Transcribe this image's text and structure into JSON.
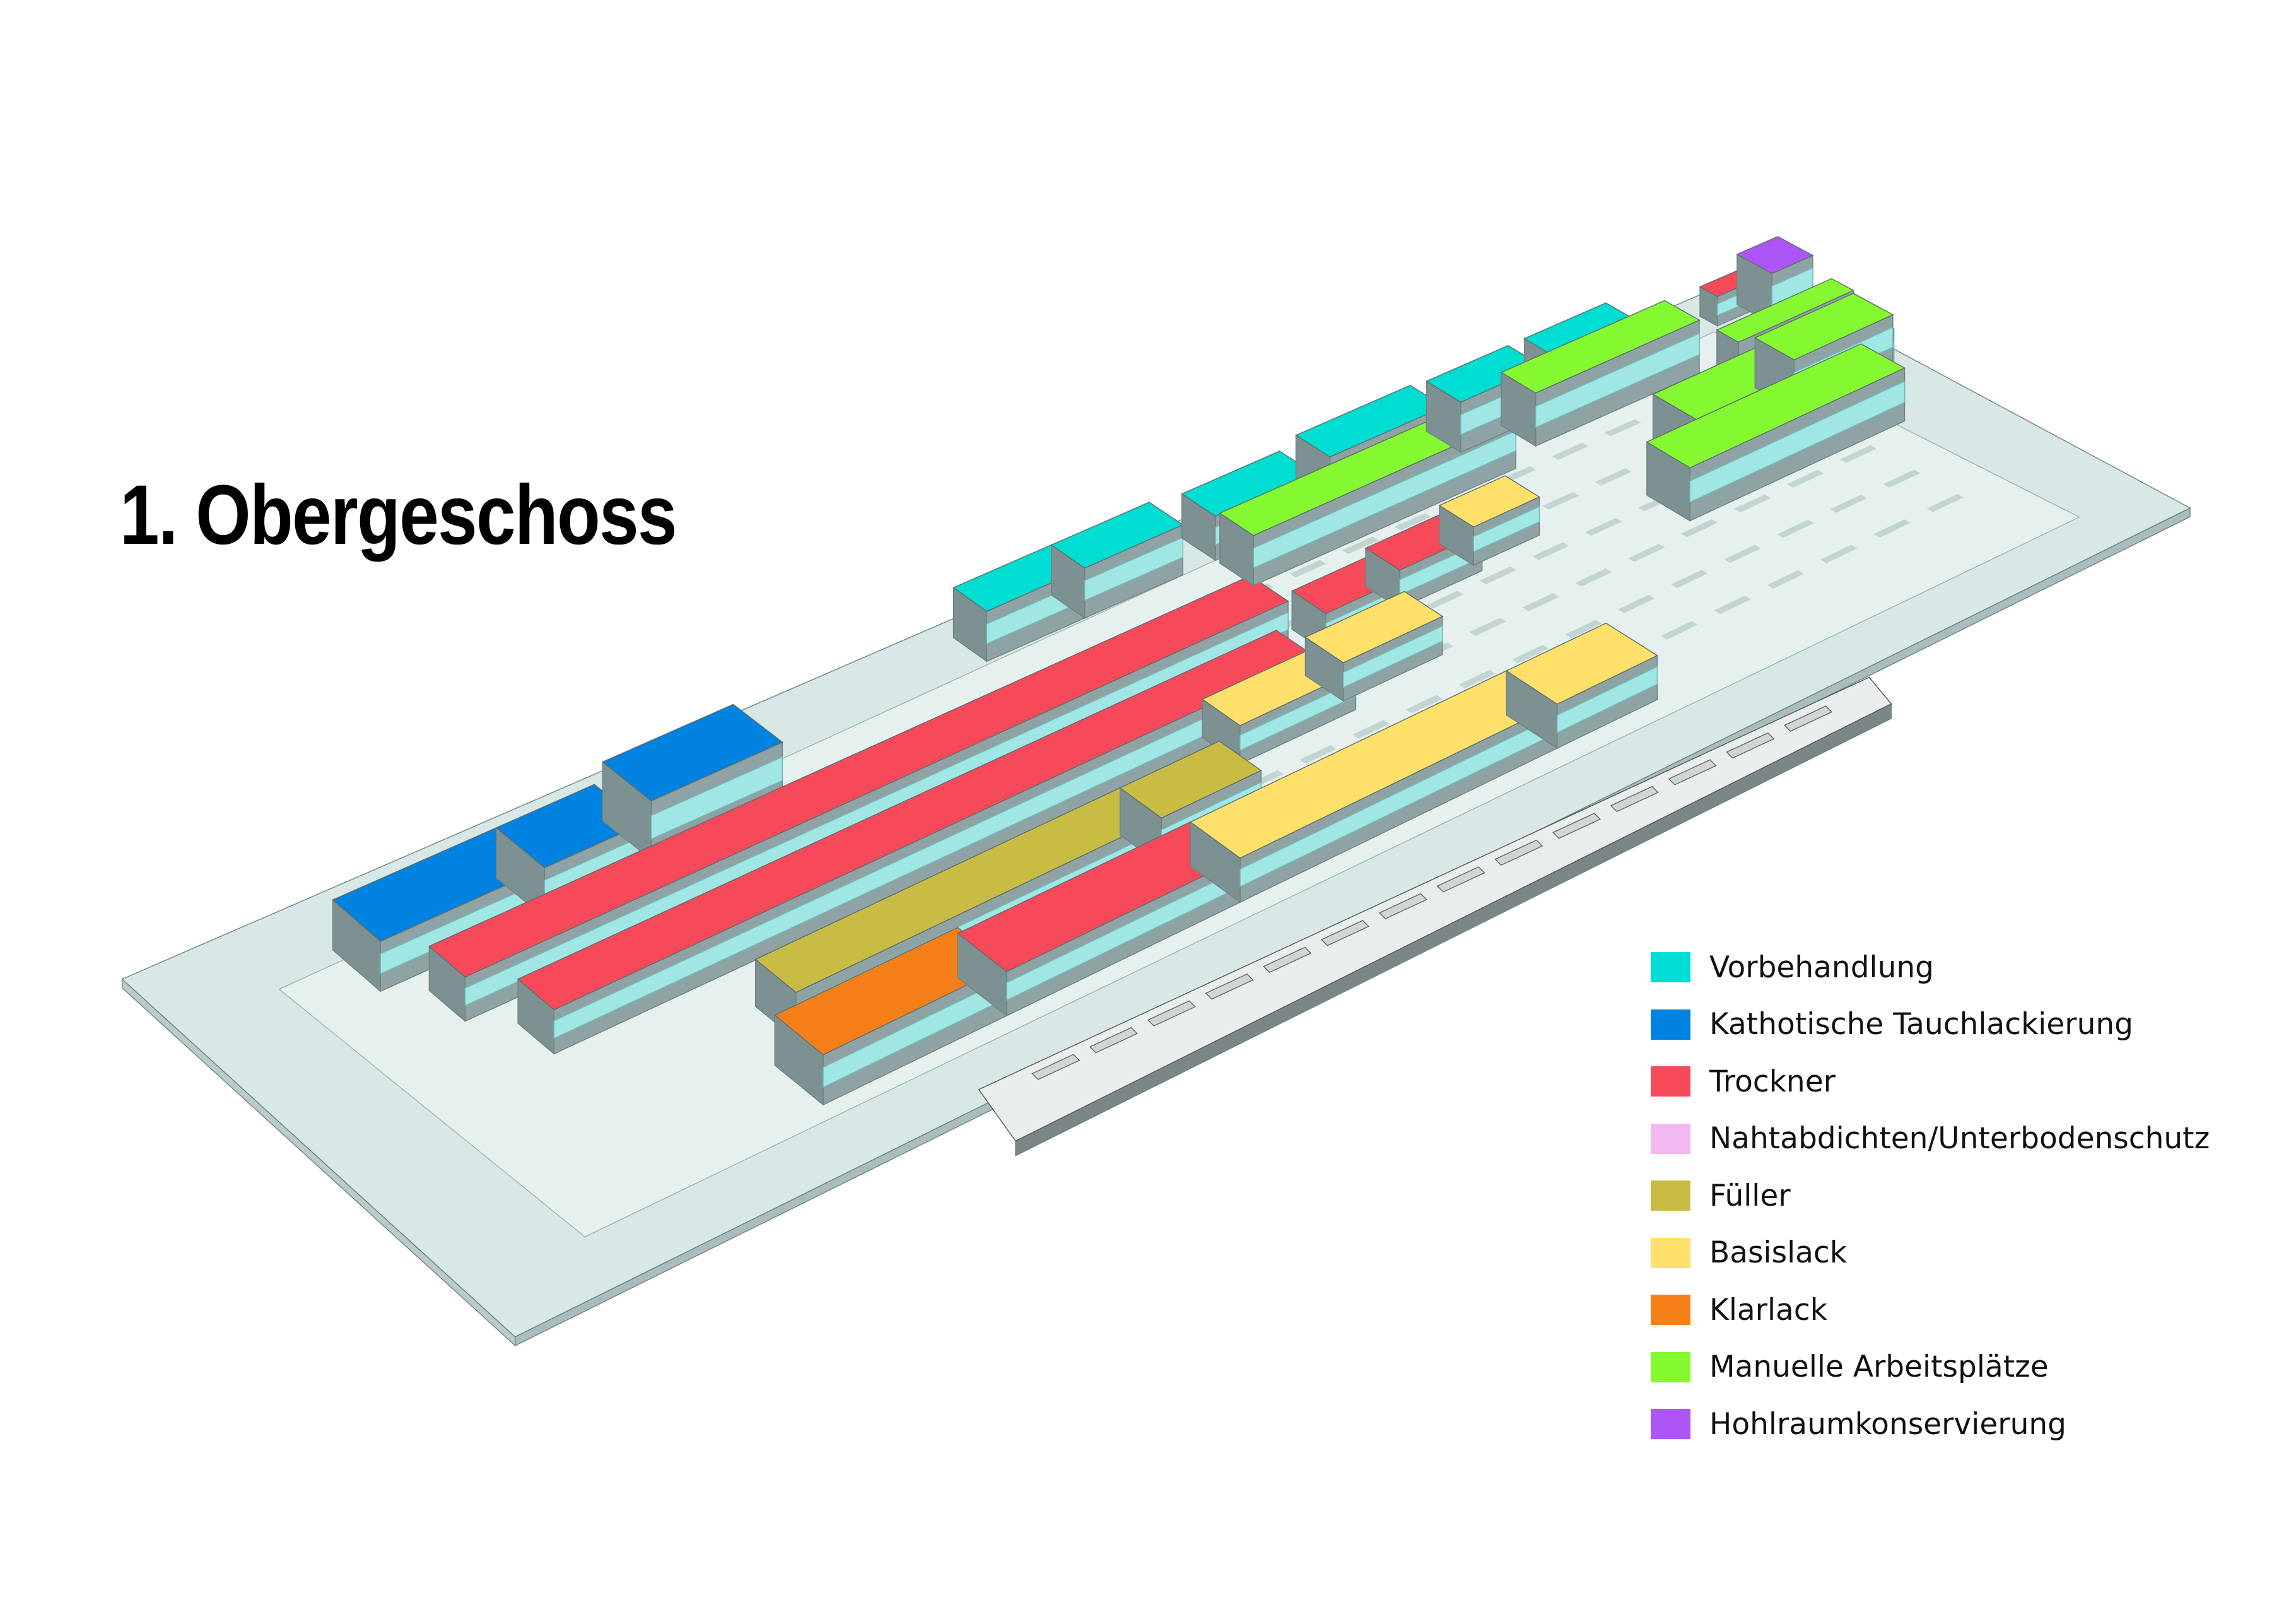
{
  "title": "1. Obergeschoss",
  "legend": [
    {
      "label": "Vorbehandlung",
      "color": "#00DDD3"
    },
    {
      "label": "Kathotische Tauchlackierung",
      "color": "#0082E0"
    },
    {
      "label": "Trockner",
      "color": "#F64A5A"
    },
    {
      "label": "Nahtabdichten/Unterbodenschutz",
      "color": "#F2B8F0"
    },
    {
      "label": "Füller",
      "color": "#C8BC44"
    },
    {
      "label": "Basislack",
      "color": "#FFE06A"
    },
    {
      "label": "Klarlack",
      "color": "#F58019"
    },
    {
      "label": "Manuelle Arbeitsplätze",
      "color": "#84F830"
    },
    {
      "label": "Hohlraumkonservierung",
      "color": "#AE55F8"
    }
  ],
  "floor_colors": {
    "slab": "#d8e8e6",
    "inner": "#e6f0ef",
    "edge": "#9fb5b3",
    "glass": "#9fe6e4"
  }
}
